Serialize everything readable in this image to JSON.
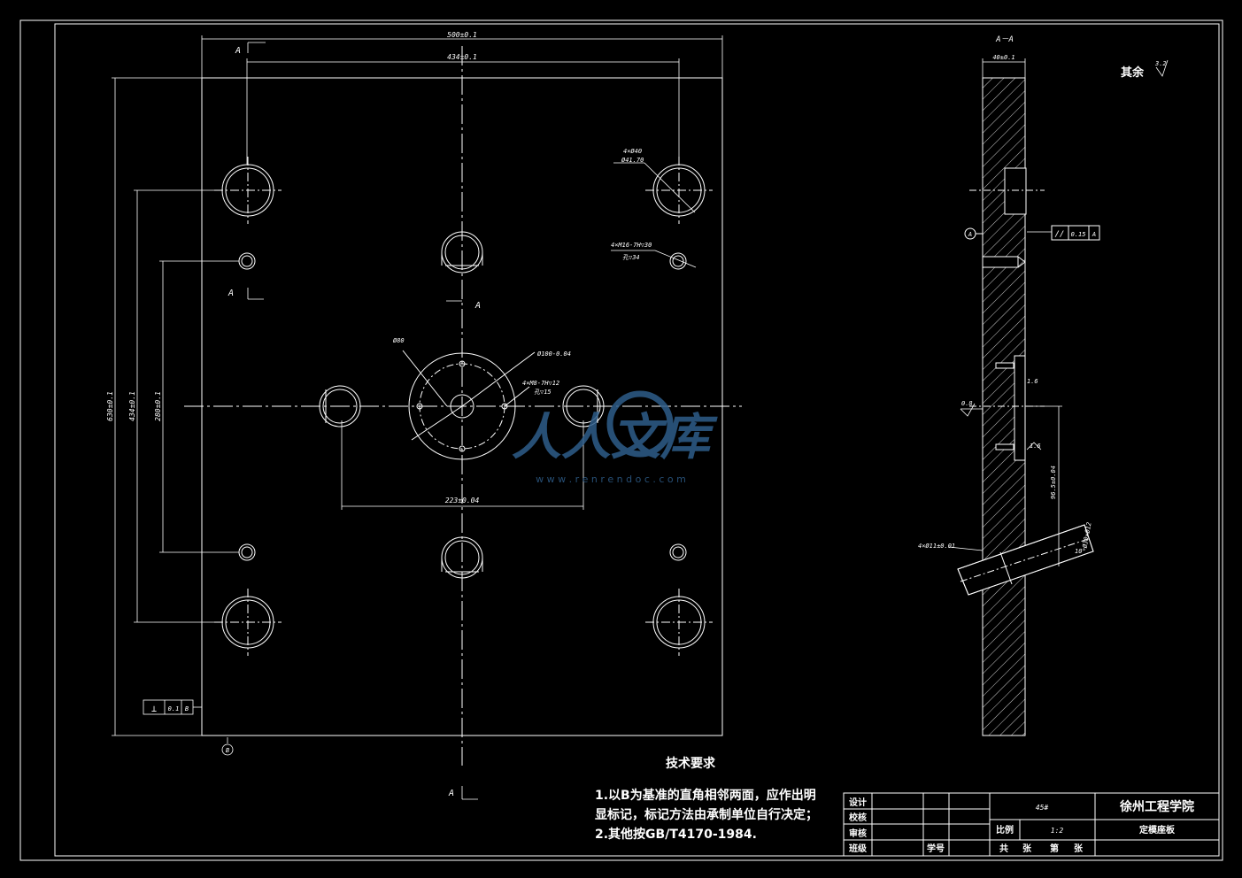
{
  "drawing": {
    "dimensions": {
      "overall_width": "500±0.1",
      "guide_spacing_x": "434±0.1",
      "overall_height": "630±0.1",
      "guide_spacing_y": "434±0.1",
      "hole_spacing_y": "280±0.1",
      "center_spacing_x": "223±0.04",
      "pcd_note": "Ø80",
      "center_bore": "Ø100-0.04",
      "center_thread": "4×M8-7H▽12",
      "center_thread_depth": "孔▽15",
      "corner_hole_1": "4×Ø40",
      "corner_hole_2": "Ø41.70",
      "side_thread": "4×M16-7H▽30",
      "side_thread_depth": "孔▽34"
    },
    "section_labels": {
      "top": "A",
      "mid": "A",
      "bottom": "A",
      "side_upper": "A",
      "section_title": "A－A"
    },
    "datum_marks": {
      "datum_b": "B",
      "datum_a": "A"
    },
    "tolerance_frames": {
      "perpendicularity": [
        "⊥",
        "0.1",
        "B"
      ],
      "parallelism": [
        "//",
        "0.15",
        "A"
      ]
    },
    "section_view": {
      "thickness": "40±0.1",
      "roughness_a": "0.8",
      "roughness_b": "1.6",
      "roughness_c": "1.6",
      "height_dim": "96.5±0.04",
      "angle_dim": "10°",
      "slant_bore": "Ø30×Ø12",
      "pin_holes": "4×Ø11±0.01"
    },
    "surface_finish": {
      "label": "其余",
      "value": "3.2"
    },
    "technical_requirements": {
      "title": "技术要求",
      "lines": [
        "1.以B为基准的直角相邻两面，应作出明",
        "显标记，标记方法由承制单位自行决定；",
        "2.其他按GB/T4170-1984."
      ]
    },
    "title_block": {
      "design_label": "设计",
      "check_label": "校核",
      "review_label": "审核",
      "class_label": "班级",
      "student_id_label": "学号",
      "material": "45#",
      "institution": "徐州工程学院",
      "scale_label": "比例",
      "scale_value": "1:2",
      "part_name": "定模座板",
      "sheet_total": "共",
      "sheet_unit_1": "张",
      "sheet_index": "第",
      "sheet_unit_2": "张"
    }
  },
  "watermark": {
    "text": "人人文库",
    "url": "w w w . r e n r e n d o c . c o m"
  }
}
